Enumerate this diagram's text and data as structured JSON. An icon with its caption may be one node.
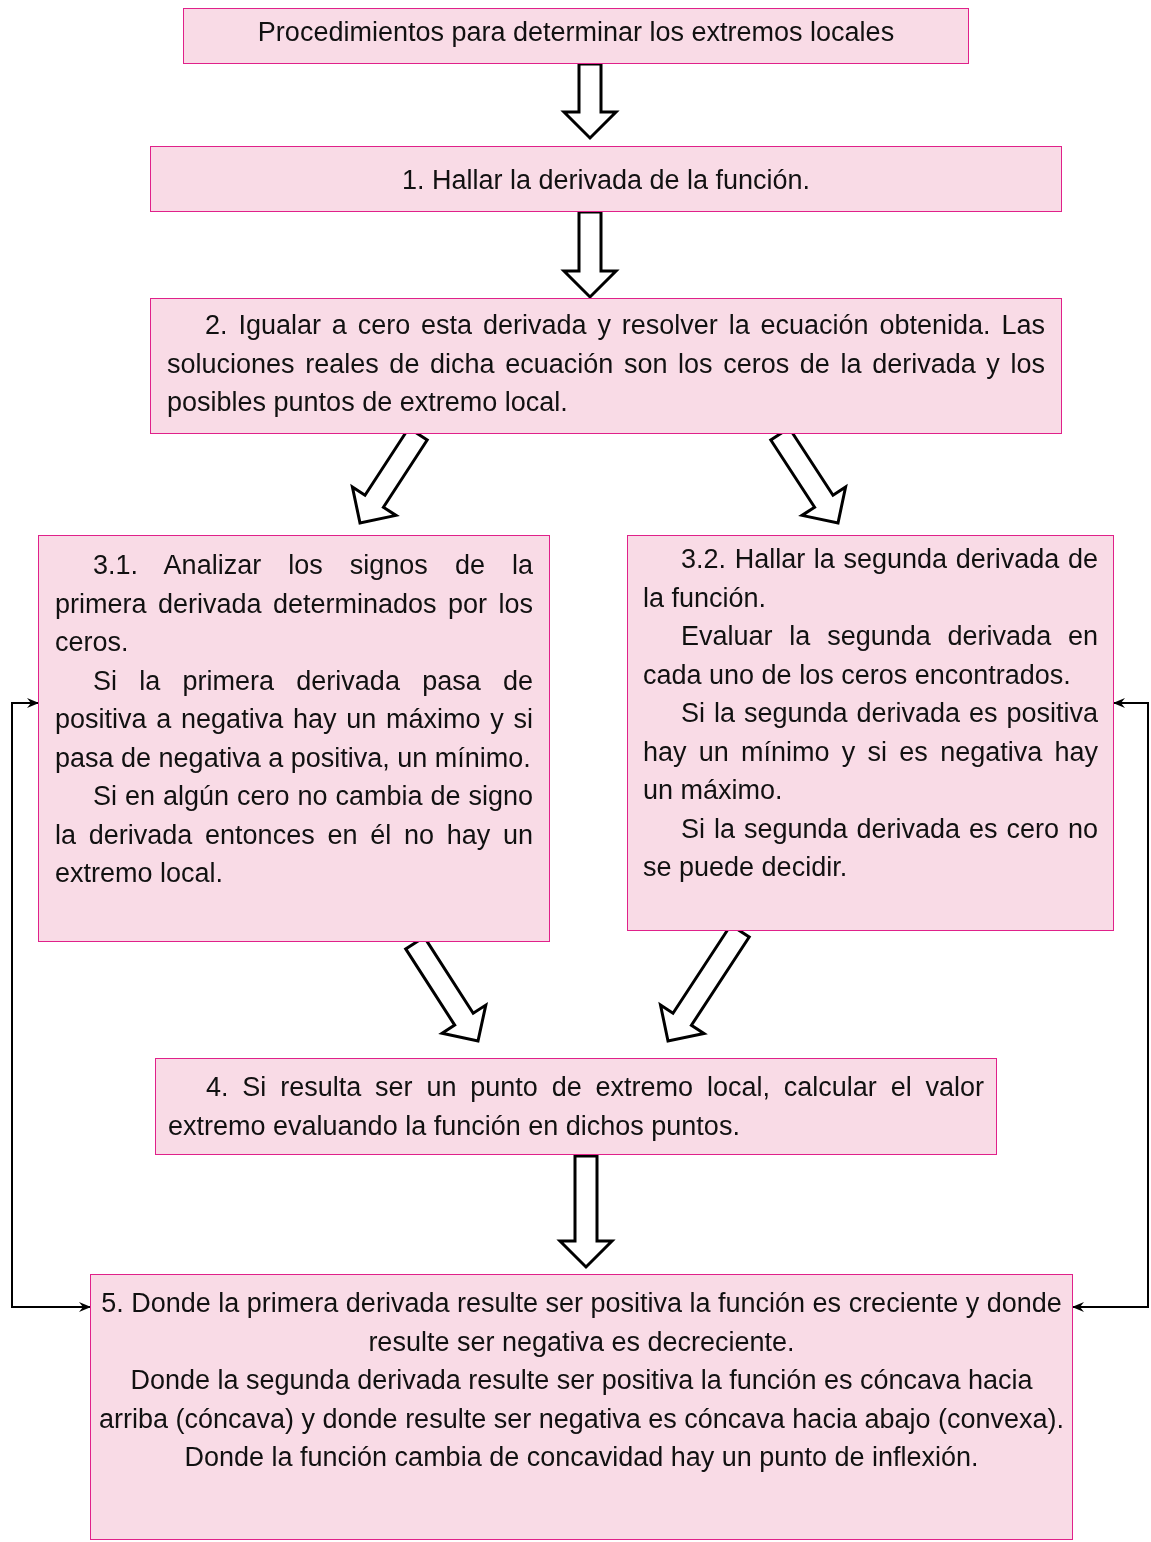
{
  "diagram": {
    "nodes": [
      {
        "text": [
          "Procedimientos para determinar los extremos locales"
        ]
      },
      {
        "text": [
          "1. Hallar la derivada de la función."
        ]
      },
      {
        "text": [
          "2. Igualar a cero esta derivada y resolver la ecuación obtenida. Las soluciones reales de dicha ecuación son los ceros de la derivada y los posibles puntos de extremo local."
        ]
      },
      {
        "text": [
          "3.1. Analizar los signos de la primera derivada determinados por los ceros.",
          "Si la primera derivada pasa de positiva a negativa hay un máximo y si pasa de negativa a positiva, un mínimo.",
          "Si en algún cero no cambia de signo la derivada entonces en él no hay un extremo local."
        ]
      },
      {
        "text": [
          "3.2. Hallar la segunda derivada de la función.",
          "Evaluar la segunda derivada en cada uno de los ceros encontrados.",
          "Si la segunda derivada es positiva hay un mínimo y si es negativa hay un máximo.",
          "Si la segunda derivada es cero no se puede decidir."
        ]
      },
      {
        "text": [
          "4. Si resulta ser un punto de extremo local, calcular el valor extremo evaluando la función en dichos puntos."
        ]
      },
      {
        "text": [
          "5. Donde la primera derivada resulte ser positiva la función es creciente y donde resulte ser negativa es decreciente.",
          "Donde la segunda derivada resulte ser positiva la función es cóncava hacia arriba (cóncava) y donde resulte ser negativa es cóncava hacia abajo (convexa).",
          "Donde la función cambia de concavidad hay un punto de inflexión."
        ]
      }
    ],
    "edges": [
      {
        "from": 0,
        "to": 1,
        "arrow": "to",
        "style": "thick"
      },
      {
        "from": 1,
        "to": 2,
        "arrow": "to",
        "style": "thick"
      },
      {
        "from": 2,
        "to": 3,
        "arrow": "to",
        "style": "thick"
      },
      {
        "from": 2,
        "to": 4,
        "arrow": "to",
        "style": "thick"
      },
      {
        "from": 3,
        "to": 5,
        "arrow": "to",
        "style": "thick"
      },
      {
        "from": 4,
        "to": 5,
        "arrow": "to",
        "style": "thick"
      },
      {
        "from": 5,
        "to": 6,
        "arrow": "to",
        "style": "thick"
      },
      {
        "from": 3,
        "to": 6,
        "arrow": "both"
      },
      {
        "from": 4,
        "to": 6,
        "arrow": "both"
      }
    ]
  }
}
